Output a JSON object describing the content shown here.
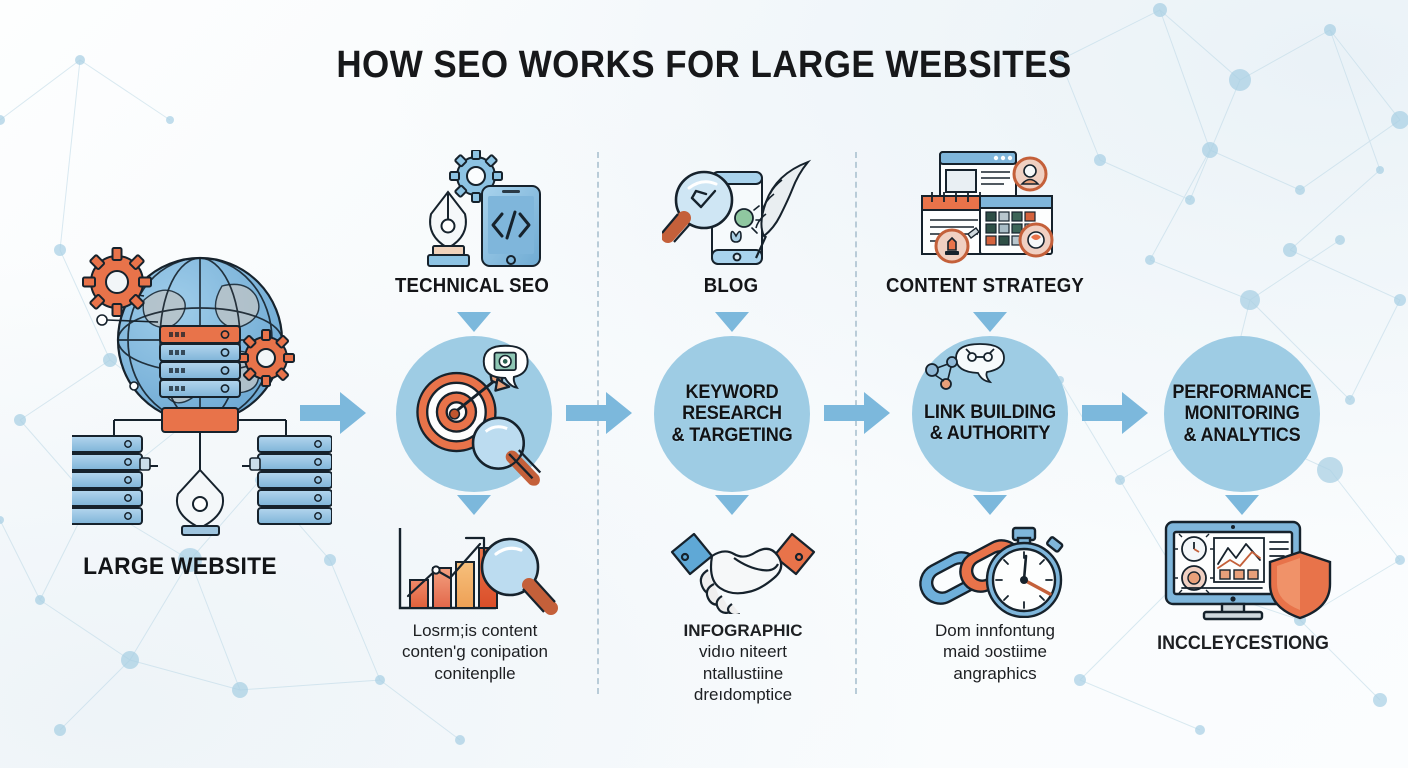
{
  "title": "HOW SEO WORKS FOR LARGE WEBSITES",
  "colors": {
    "accent_blue": "#7cb8dc",
    "circle_blue": "#9ecce4",
    "accent_orange": "#e8734a",
    "icon_blue": "#8dc3e3",
    "text_dark": "#141518",
    "divider": "#b9ccd8",
    "background": "#fbfdfe"
  },
  "source": {
    "label": "LARGE WEBSITE",
    "icon": "globe-servers-gears-icon"
  },
  "dividers": [
    597,
    855
  ],
  "arrows": [
    {
      "name": "arrow-source-to-step1"
    },
    {
      "name": "arrow-step1-to-step2"
    },
    {
      "name": "arrow-step2-to-step3"
    },
    {
      "name": "arrow-step3-to-step4"
    }
  ],
  "steps": [
    {
      "top_label": "TECHNICAL SEO",
      "top_icon": "pen-gear-mobile-code-icon",
      "circle_label": "",
      "circle_icon": "target-arrow-magnifier-icon",
      "bottom_caption": "Losrm;is content conten'g conipation conitenplle",
      "bottom_caption_lines": [
        "Losrm;is content",
        "conten'g conipation",
        "conitenplle"
      ],
      "bottom_icon": "bar-chart-growth-magnifier-icon",
      "bottom_bold": false
    },
    {
      "top_label": "BLOG",
      "top_icon": "magnifier-phone-quill-icon",
      "circle_label": "KEYWORD RESEARCH & TARGETING",
      "circle_label_lines": [
        "KEYWORD",
        "RESEARCH",
        "& TARGETING"
      ],
      "circle_icon": "",
      "bottom_caption": "INFOGRAPHIC vidıo niteert ntallustiine dreıdomptice",
      "bottom_caption_lines": [
        "INFOGRAPHIC",
        "vidıo niteert",
        "ntallustiine",
        "dreıdomptice"
      ],
      "bottom_icon": "handshake-icon",
      "bottom_bold": false
    },
    {
      "top_label": "CONTENT STRATEGY",
      "top_icon": "browser-calendar-planner-icon",
      "circle_label": "LINK BUILDING & AUTHORITY",
      "circle_label_lines": [
        "LINK BUILDING",
        "& AUTHORITY"
      ],
      "circle_icon": "network-speech-bubble-icon",
      "bottom_caption": "Dom innfontung maid ɔostiime angraphics",
      "bottom_caption_lines": [
        "Dom innfontung",
        "maid ɔostiime",
        "angraphics"
      ],
      "bottom_icon": "chain-link-stopwatch-icon",
      "bottom_bold": false
    },
    {
      "top_label": "",
      "top_icon": "",
      "circle_label": "PERFORMANCE MONITORING & ANALYTICS",
      "circle_label_lines": [
        "PERFORMANCE",
        "MONITORING",
        "& ANALYTICS"
      ],
      "circle_icon": "",
      "bottom_caption": "INCCLEYCESTIONG",
      "bottom_caption_lines": [
        "INCCLEYCESTIONG"
      ],
      "bottom_icon": "monitor-dashboard-shield-icon",
      "bottom_bold": true
    }
  ]
}
